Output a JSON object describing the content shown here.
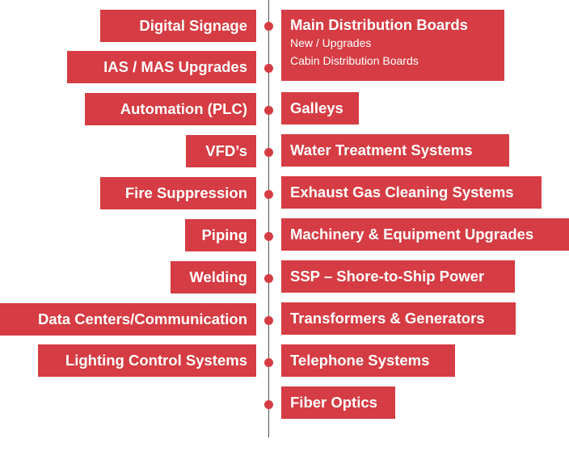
{
  "left_items": [
    "Digital Signage",
    "IAS / MAS Upgrades",
    "Automation (PLC)",
    "VFD’s",
    "Fire Suppression",
    "Piping",
    "Welding",
    "Data Centers/Communication",
    "Lighting Control Systems"
  ],
  "right_items": [
    {
      "title": "Main Distribution Boards",
      "subs": [
        "New / Upgrades",
        "Cabin Distribution Boards"
      ]
    },
    {
      "title": "Galleys"
    },
    {
      "title": "Water Treatment Systems"
    },
    {
      "title": "Exhaust Gas Cleaning Systems"
    },
    {
      "title": "Machinery & Equipment Upgrades"
    },
    {
      "title": "SSP – Shore-to-Ship Power"
    },
    {
      "title": "Transformers & Generators"
    },
    {
      "title": "Telephone Systems"
    },
    {
      "title": "Fiber Optics"
    }
  ],
  "colors": {
    "tag": "#d63c43",
    "text": "#ffffff",
    "line": "#555555"
  }
}
